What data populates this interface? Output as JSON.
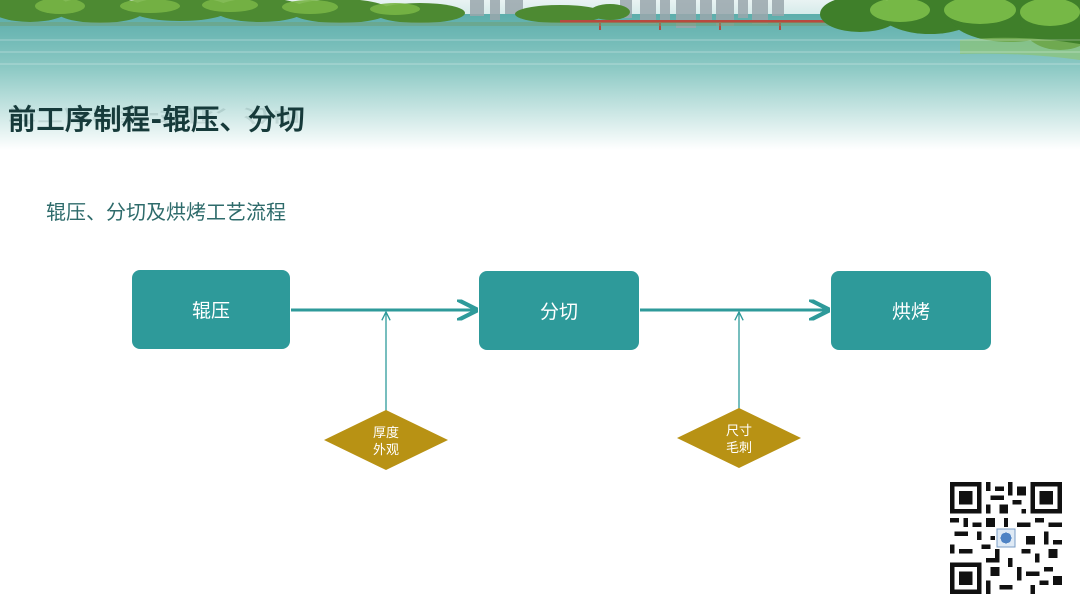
{
  "title": "前工序制程-辊压、分切",
  "subtitle": "辊压、分切及烘烤工艺流程",
  "process": {
    "steps": [
      "辊压",
      "分切",
      "烘烤"
    ],
    "checks": [
      {
        "line1": "厚度",
        "line2": "外观"
      },
      {
        "line1": "尺寸",
        "line2": "毛刺"
      }
    ]
  },
  "colors": {
    "box": "#2e9a9a",
    "arrow": "#2e9a9a",
    "diamond": "#b89214",
    "title": "#163a3a",
    "subtitle": "#2e6b6b"
  }
}
